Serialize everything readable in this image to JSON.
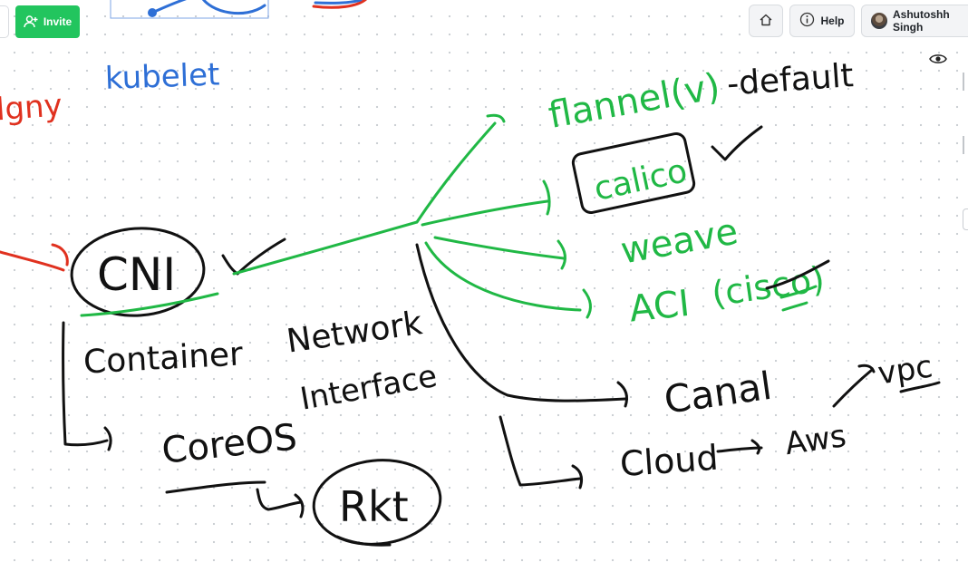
{
  "toolbar": {
    "invite_label": "Invite",
    "help_label": "Help",
    "user_name": "Ashutoshh Singh"
  },
  "icons": {
    "invite": "add-user-icon",
    "home": "home-icon",
    "help": "info-icon",
    "avatar": "avatar",
    "view": "eye-icon"
  },
  "whiteboard": {
    "kubelet": "kubelet",
    "partial_left": "lgny",
    "cni": "CNI",
    "container": "Container",
    "network": "Network",
    "interface": "Interface",
    "coreos": "CoreOS",
    "rkt": "Rkt",
    "flannel": "flannel(v)",
    "default": "-default",
    "calico": "calico",
    "weave": "weave",
    "aci": "ACI",
    "cisco": "(cisco)",
    "canal": "Canal",
    "cloud": "Cloud",
    "aws": "Aws",
    "vpc": "vpc"
  },
  "colors": {
    "ink_black": "#111111",
    "ink_green": "#20b845",
    "ink_blue": "#2e6fd6",
    "ink_red": "#e0311f",
    "invite_green": "#22c55e"
  }
}
